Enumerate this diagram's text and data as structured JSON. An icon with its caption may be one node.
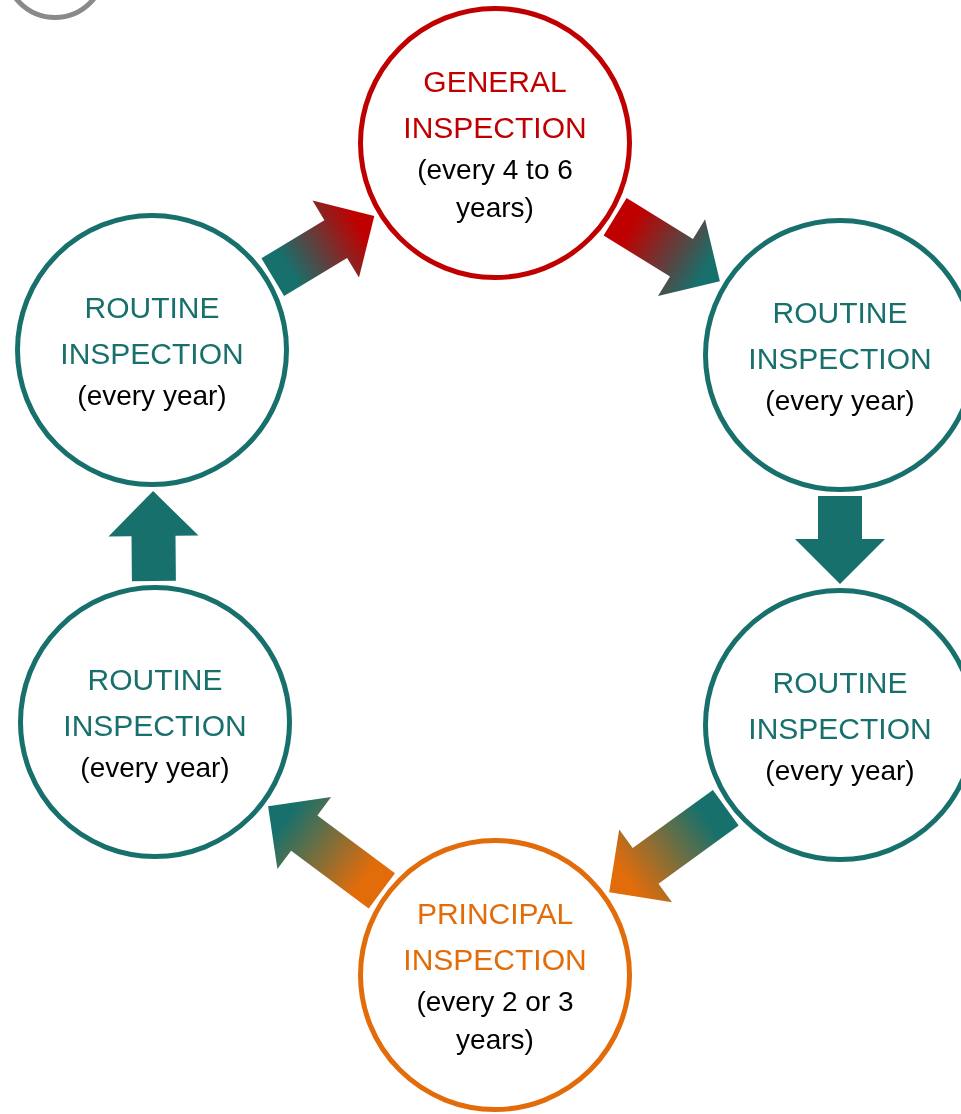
{
  "diagram": {
    "nodes": [
      {
        "text": [],
        "shape": "circle"
      },
      {
        "text": [
          "GENERAL INSPECTION",
          "(every 4 to 6 years)"
        ]
      },
      {
        "text": [
          "ROUTINE INSPECTION",
          "(every year)"
        ]
      },
      {
        "text": [
          "ROUTINE INSPECTION",
          "(every year)"
        ]
      },
      {
        "text": [
          "PRINCIPAL INSPECTION",
          "(every 2 or 3 years)"
        ]
      },
      {
        "text": [
          "ROUTINE INSPECTION",
          "(every year)"
        ]
      },
      {
        "text": [
          "ROUTINE INSPECTION",
          "(every year)"
        ]
      }
    ],
    "edges": [
      {
        "from": 6,
        "to": 1,
        "arrow": "to",
        "style": "thick"
      },
      {
        "from": 1,
        "to": 2,
        "arrow": "to",
        "style": "thick"
      },
      {
        "from": 2,
        "to": 3,
        "arrow": "to",
        "style": "thick"
      },
      {
        "from": 3,
        "to": 4,
        "arrow": "to",
        "style": "thick"
      },
      {
        "from": 4,
        "to": 5,
        "arrow": "to",
        "style": "thick"
      },
      {
        "from": 5,
        "to": 6,
        "arrow": "to",
        "style": "thick"
      }
    ]
  }
}
